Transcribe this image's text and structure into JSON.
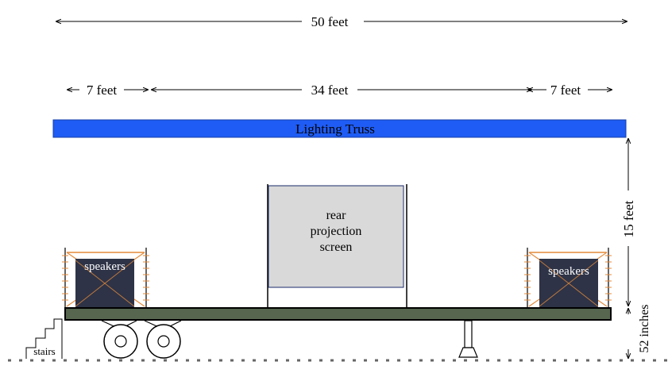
{
  "dimensions": {
    "total_width": "50 feet",
    "left_section": "7 feet",
    "center_section": "34 feet",
    "right_section": "7 feet",
    "truss_height": "15 feet",
    "stage_height": "52 inches"
  },
  "labels": {
    "truss": "Lighting Truss",
    "screen_line1": "rear",
    "screen_line2": "projection",
    "screen_line3": "screen",
    "speakers_left": "speakers",
    "speakers_right": "speakers",
    "stairs": "stairs"
  },
  "colors": {
    "truss": "#1f5cf5",
    "screen": "#d9d9d9",
    "speakers": "#2e3347",
    "deck": "#56664f",
    "scaffold": "#e38a3a"
  }
}
